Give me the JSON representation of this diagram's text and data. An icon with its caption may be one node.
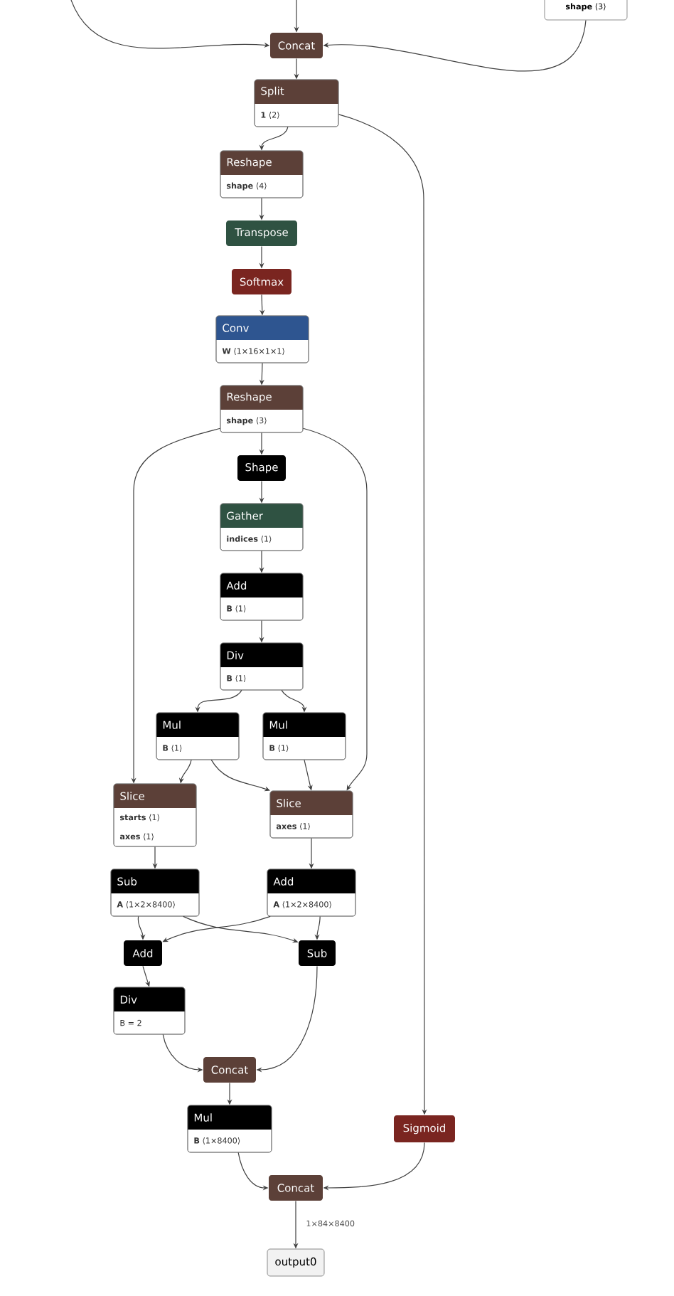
{
  "diagram": {
    "nodes": [
      {
        "text": [
          "**shape** ⟨3⟩"
        ]
      },
      {
        "text": [
          "Concat"
        ]
      },
      {
        "text": [
          "Split",
          "**1** ⟨2⟩"
        ]
      },
      {
        "text": [
          "Reshape",
          "**shape** ⟨4⟩"
        ]
      },
      {
        "text": [
          "Transpose"
        ]
      },
      {
        "text": [
          "Softmax"
        ]
      },
      {
        "text": [
          "Conv",
          "**W** ⟨1×16×1×1⟩"
        ]
      },
      {
        "text": [
          "Reshape",
          "**shape** ⟨3⟩"
        ]
      },
      {
        "text": [
          "Shape"
        ]
      },
      {
        "text": [
          "Gather",
          "**indices** ⟨1⟩"
        ]
      },
      {
        "text": [
          "Add",
          "**B** ⟨1⟩"
        ]
      },
      {
        "text": [
          "Div",
          "**B** ⟨1⟩"
        ]
      },
      {
        "text": [
          "Mul",
          "**B** ⟨1⟩"
        ]
      },
      {
        "text": [
          "Mul",
          "**B** ⟨1⟩"
        ]
      },
      {
        "text": [
          "Slice",
          "**starts** ⟨1⟩",
          "**axes** ⟨1⟩"
        ]
      },
      {
        "text": [
          "Slice",
          "**axes** ⟨1⟩"
        ]
      },
      {
        "text": [
          "Sub",
          "**A** ⟨1×2×8400⟩"
        ]
      },
      {
        "text": [
          "Add",
          "**A** ⟨1×2×8400⟩"
        ]
      },
      {
        "text": [
          "Add"
        ]
      },
      {
        "text": [
          "Sub"
        ]
      },
      {
        "text": [
          "Div",
          "B = 2"
        ]
      },
      {
        "text": [
          "Concat"
        ]
      },
      {
        "text": [
          "Mul",
          "**B** ⟨1×8400⟩"
        ]
      },
      {
        "text": [
          "Sigmoid"
        ]
      },
      {
        "text": [
          "Concat"
        ]
      },
      {
        "text": [
          "output0"
        ]
      }
    ],
    "edges": [
      {
        "from": null,
        "to": 1,
        "arrow": "to"
      },
      {
        "from": null,
        "to": 1,
        "arrow": "to"
      },
      {
        "from": 0,
        "to": 1,
        "arrow": "to"
      },
      {
        "from": 1,
        "to": 2,
        "arrow": "to"
      },
      {
        "from": 2,
        "to": 3,
        "arrow": "to"
      },
      {
        "from": 2,
        "to": 23,
        "arrow": "to"
      },
      {
        "from": 3,
        "to": 4,
        "arrow": "to"
      },
      {
        "from": 4,
        "to": 5,
        "arrow": "to"
      },
      {
        "from": 5,
        "to": 6,
        "arrow": "to"
      },
      {
        "from": 6,
        "to": 7,
        "arrow": "to"
      },
      {
        "from": 7,
        "to": 8,
        "arrow": "to"
      },
      {
        "from": 7,
        "to": 14,
        "arrow": "to"
      },
      {
        "from": 7,
        "to": 15,
        "arrow": "to"
      },
      {
        "from": 8,
        "to": 9,
        "arrow": "to"
      },
      {
        "from": 9,
        "to": 10,
        "arrow": "to"
      },
      {
        "from": 10,
        "to": 11,
        "arrow": "to"
      },
      {
        "from": 11,
        "to": 12,
        "arrow": "to"
      },
      {
        "from": 11,
        "to": 13,
        "arrow": "to"
      },
      {
        "from": 12,
        "to": 14,
        "arrow": "to"
      },
      {
        "from": 12,
        "to": 15,
        "arrow": "to"
      },
      {
        "from": 13,
        "to": 15,
        "arrow": "to"
      },
      {
        "from": 14,
        "to": 16,
        "arrow": "to"
      },
      {
        "from": 15,
        "to": 17,
        "arrow": "to"
      },
      {
        "from": 16,
        "to": 18,
        "arrow": "to"
      },
      {
        "from": 16,
        "to": 19,
        "arrow": "to"
      },
      {
        "from": 17,
        "to": 18,
        "arrow": "to"
      },
      {
        "from": 17,
        "to": 19,
        "arrow": "to"
      },
      {
        "from": 18,
        "to": 20,
        "arrow": "to"
      },
      {
        "from": 20,
        "to": 21,
        "arrow": "to"
      },
      {
        "from": 19,
        "to": 21,
        "arrow": "to"
      },
      {
        "from": 21,
        "to": 22,
        "arrow": "to"
      },
      {
        "from": 22,
        "to": 24,
        "arrow": "to"
      },
      {
        "from": 23,
        "to": 24,
        "arrow": "to"
      },
      {
        "from": 24,
        "to": 25,
        "arrow": "to",
        "label": "1×84×8400"
      }
    ]
  }
}
